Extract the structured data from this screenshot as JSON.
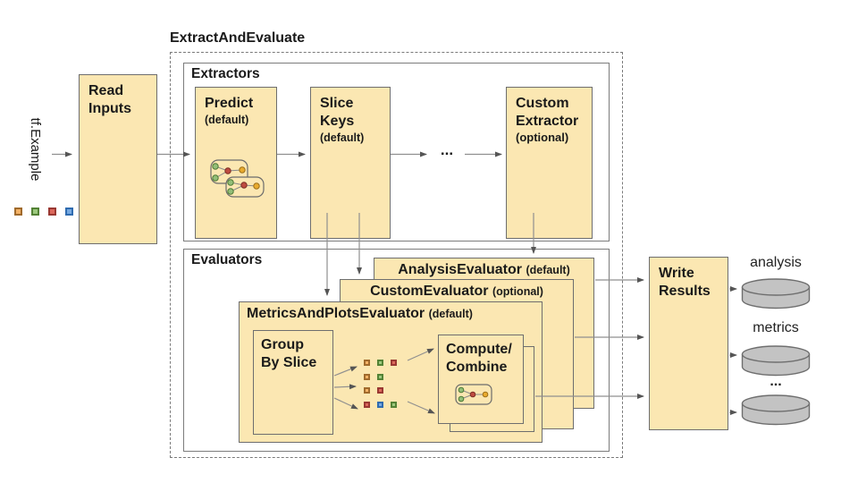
{
  "title": "ExtractAndEvaluate",
  "input": {
    "label": "tf.Example",
    "squares": [
      "orange",
      "green",
      "red",
      "blue"
    ]
  },
  "read_inputs": {
    "line1": "Read",
    "line2": "Inputs"
  },
  "extractors": {
    "label": "Extractors",
    "predict": {
      "name": "Predict",
      "qualifier": "(default)"
    },
    "slice_keys": {
      "name_line1": "Slice",
      "name_line2": "Keys",
      "qualifier": "(default)"
    },
    "ellipsis": "...",
    "custom": {
      "name_line1": "Custom",
      "name_line2": "Extractor",
      "qualifier": "(optional)"
    }
  },
  "evaluators": {
    "label": "Evaluators",
    "analysis": {
      "name": "AnalysisEvaluator",
      "qualifier": "(default)"
    },
    "custom": {
      "name": "CustomEvaluator",
      "qualifier": "(optional)"
    },
    "metrics_plots": {
      "name": "MetricsAndPlotsEvaluator",
      "qualifier": "(default)"
    },
    "group_by_slice": {
      "line1": "Group",
      "line2": "By Slice"
    },
    "compute_combine": {
      "line1": "Compute/",
      "line2": "Combine"
    },
    "slice_grid": [
      [
        "orange",
        "green",
        "red"
      ],
      [
        "orange",
        "green"
      ],
      [
        "orange",
        "red"
      ],
      [
        "red",
        "blue",
        "green"
      ]
    ]
  },
  "write_results": {
    "line1": "Write",
    "line2": "Results"
  },
  "outputs": [
    {
      "label": "analysis"
    },
    {
      "label": "metrics"
    },
    {
      "label": "..."
    }
  ],
  "colors": {
    "box_fill": "#fbe7b2",
    "box_border": "#6e6e6e",
    "container_border": "#7c7c7c",
    "arrow_line": "#8f8f8f",
    "arrow_head": "#555555",
    "cylinder_fill": "#c3c3c3",
    "cylinder_border": "#6e6e6e",
    "palette": {
      "orange": {
        "fill": "#f4b266",
        "stroke": "#a06a2c"
      },
      "green": {
        "fill": "#9cc97e",
        "stroke": "#538235"
      },
      "red": {
        "fill": "#dc685c",
        "stroke": "#993832"
      },
      "blue": {
        "fill": "#76a9e1",
        "stroke": "#2f6bb0"
      }
    },
    "dots": {
      "green": {
        "fill": "#93be78",
        "stroke": "#4e7a35"
      },
      "red": {
        "fill": "#be4b40",
        "stroke": "#7c2d24"
      },
      "yellow": {
        "fill": "#e9ab2e",
        "stroke": "#9c6f17"
      }
    }
  }
}
